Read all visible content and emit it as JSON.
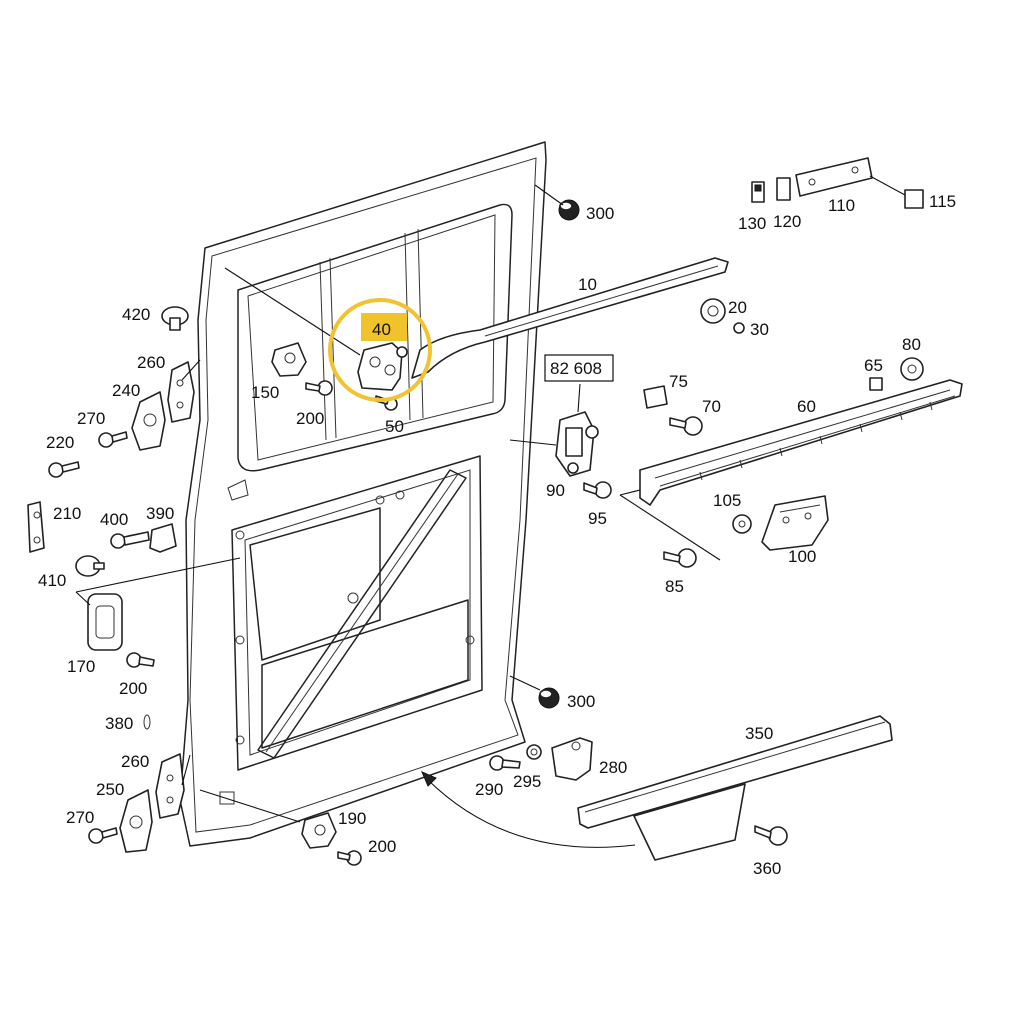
{
  "diagram": {
    "highlight_color": "#f2c230",
    "highlight_label_bg": "#f0c020",
    "callouts": {
      "c10": "10",
      "c20": "20",
      "c30": "30",
      "c40": "40",
      "c50": "50",
      "c60": "60",
      "c65": "65",
      "c70": "70",
      "c75": "75",
      "c80": "80",
      "c82608": "82 608",
      "c85": "85",
      "c90": "90",
      "c95": "95",
      "c100": "100",
      "c105": "105",
      "c110": "110",
      "c115": "115",
      "c120": "120",
      "c130": "130",
      "c150": "150",
      "c170": "170",
      "c190": "190",
      "c200a": "200",
      "c200b": "200",
      "c200c": "200",
      "c210": "210",
      "c220": "220",
      "c240": "240",
      "c250": "250",
      "c260a": "260",
      "c260b": "260",
      "c270a": "270",
      "c270b": "270",
      "c280": "280",
      "c290": "290",
      "c295": "295",
      "c300a": "300",
      "c300b": "300",
      "c350": "350",
      "c360": "360",
      "c380": "380",
      "c390": "390",
      "c400": "400",
      "c410": "410",
      "c420": "420"
    }
  }
}
